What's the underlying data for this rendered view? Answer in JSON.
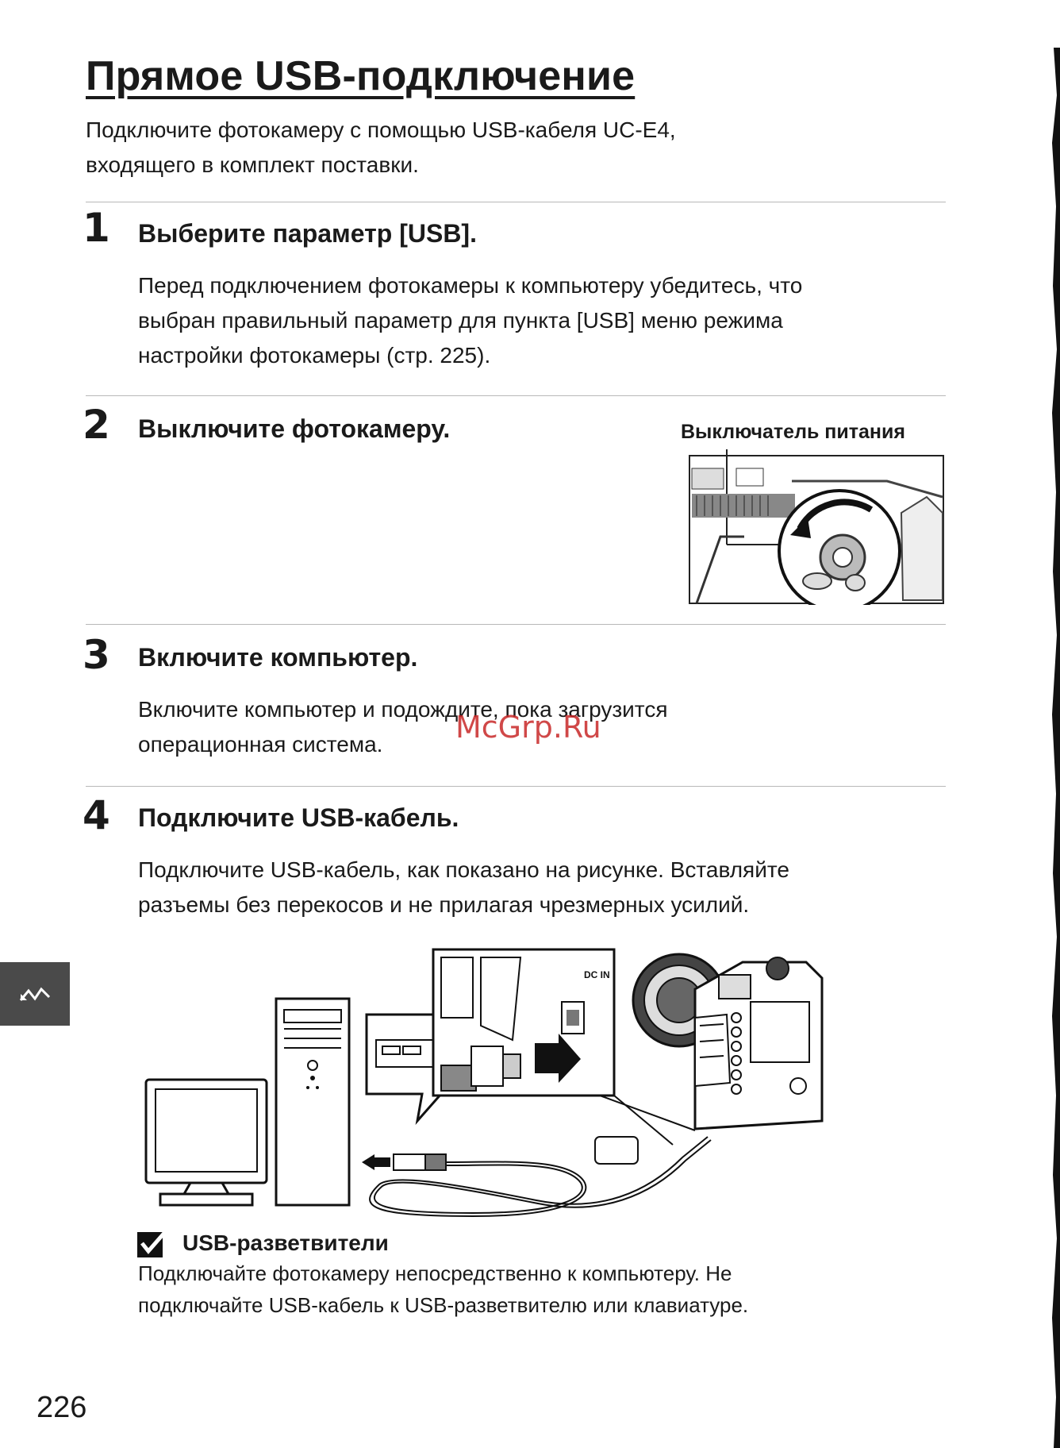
{
  "title": "Прямое USB-подключение",
  "intro": [
    "Подключите фотокамеру с помощью USB-кабеля UC-E4,",
    "входящего в комплект поставки."
  ],
  "steps": [
    {
      "number": "1",
      "title": "Выберите параметр [USB].",
      "body": [
        "Перед подключением фотокамеры к компьютеру убедитесь, что",
        "выбран правильный параметр для пункта [USB] меню режима",
        "настройки фотокамеры (стр. 225)."
      ]
    },
    {
      "number": "2",
      "title": "Выключите фотокамеру.",
      "caption": "Выключатель питания"
    },
    {
      "number": "3",
      "title": "Включите компьютер.",
      "body": [
        "Включите компьютер и подождите, пока загрузится",
        "операционная система."
      ]
    },
    {
      "number": "4",
      "title": "Подключите USB-кабель.",
      "body": [
        "Подключите USB-кабель, как показано на рисунке. Вставляйте",
        "разъемы без перекосов и не прилагая чрезмерных усилий."
      ]
    }
  ],
  "note": {
    "icon": "checkmark-box-icon",
    "title": "USB-разветвители",
    "body": [
      "Подключайте фотокамеру непосредственно к компьютеру. Не",
      "подключайте USB-кабель к USB-разветвителю или клавиатуре."
    ]
  },
  "watermark": "McGrp.Ru",
  "port_label": "DC IN",
  "page_number": "226",
  "side_tab_icon": "connection-wave-icon"
}
